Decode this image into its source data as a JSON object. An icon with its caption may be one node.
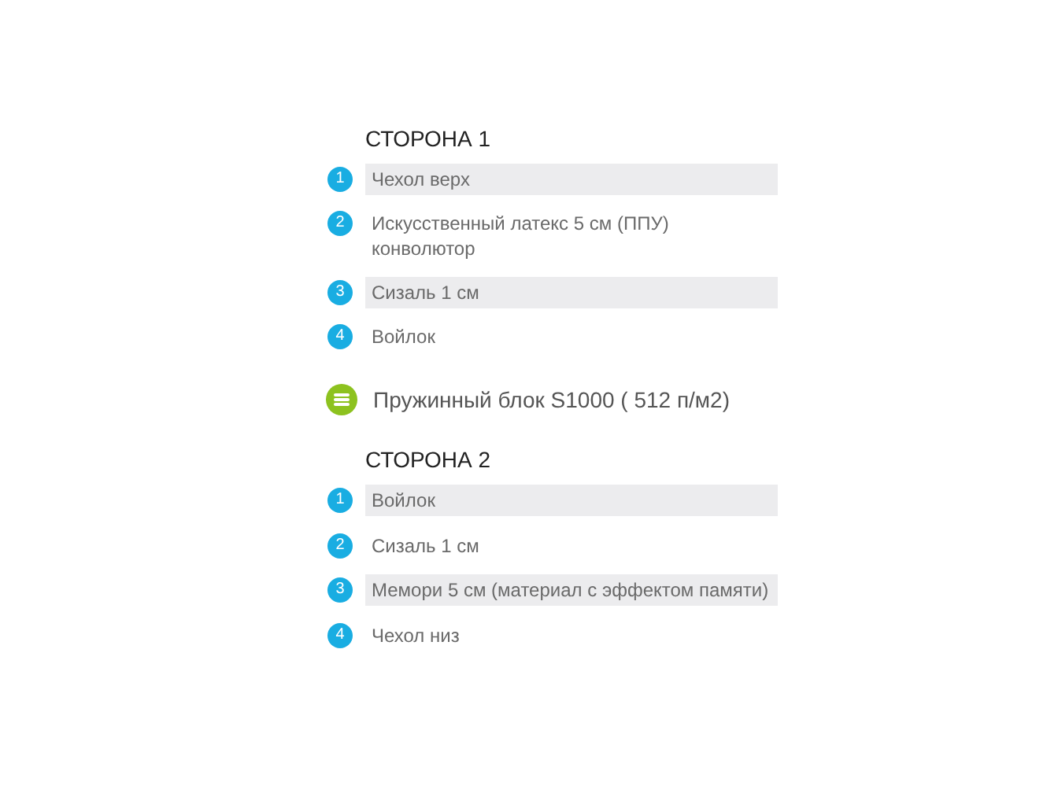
{
  "diagram": {
    "nodes": [
      {
        "text": [
          "Чехол верх"
        ]
      },
      {
        "text": [
          "Сизаль 1 см"
        ]
      },
      {
        "text": [
          "Войлок"
        ]
      },
      {
        "text": [
          "Мемори 5 см (материал с эффектом памяти)"
        ]
      }
    ],
    "labels": [
      "СТОРОНА 1",
      "1",
      "2",
      "Искусственный латекс 5 см (ППУ) конволютор",
      "3",
      "4",
      "Войлок",
      "Пружинный блок S1000 ( 512 п/м2)",
      "СТОРОНА 2",
      "1",
      "2",
      "Сизаль 1 см",
      "3",
      "4",
      "Чехол низ"
    ]
  }
}
